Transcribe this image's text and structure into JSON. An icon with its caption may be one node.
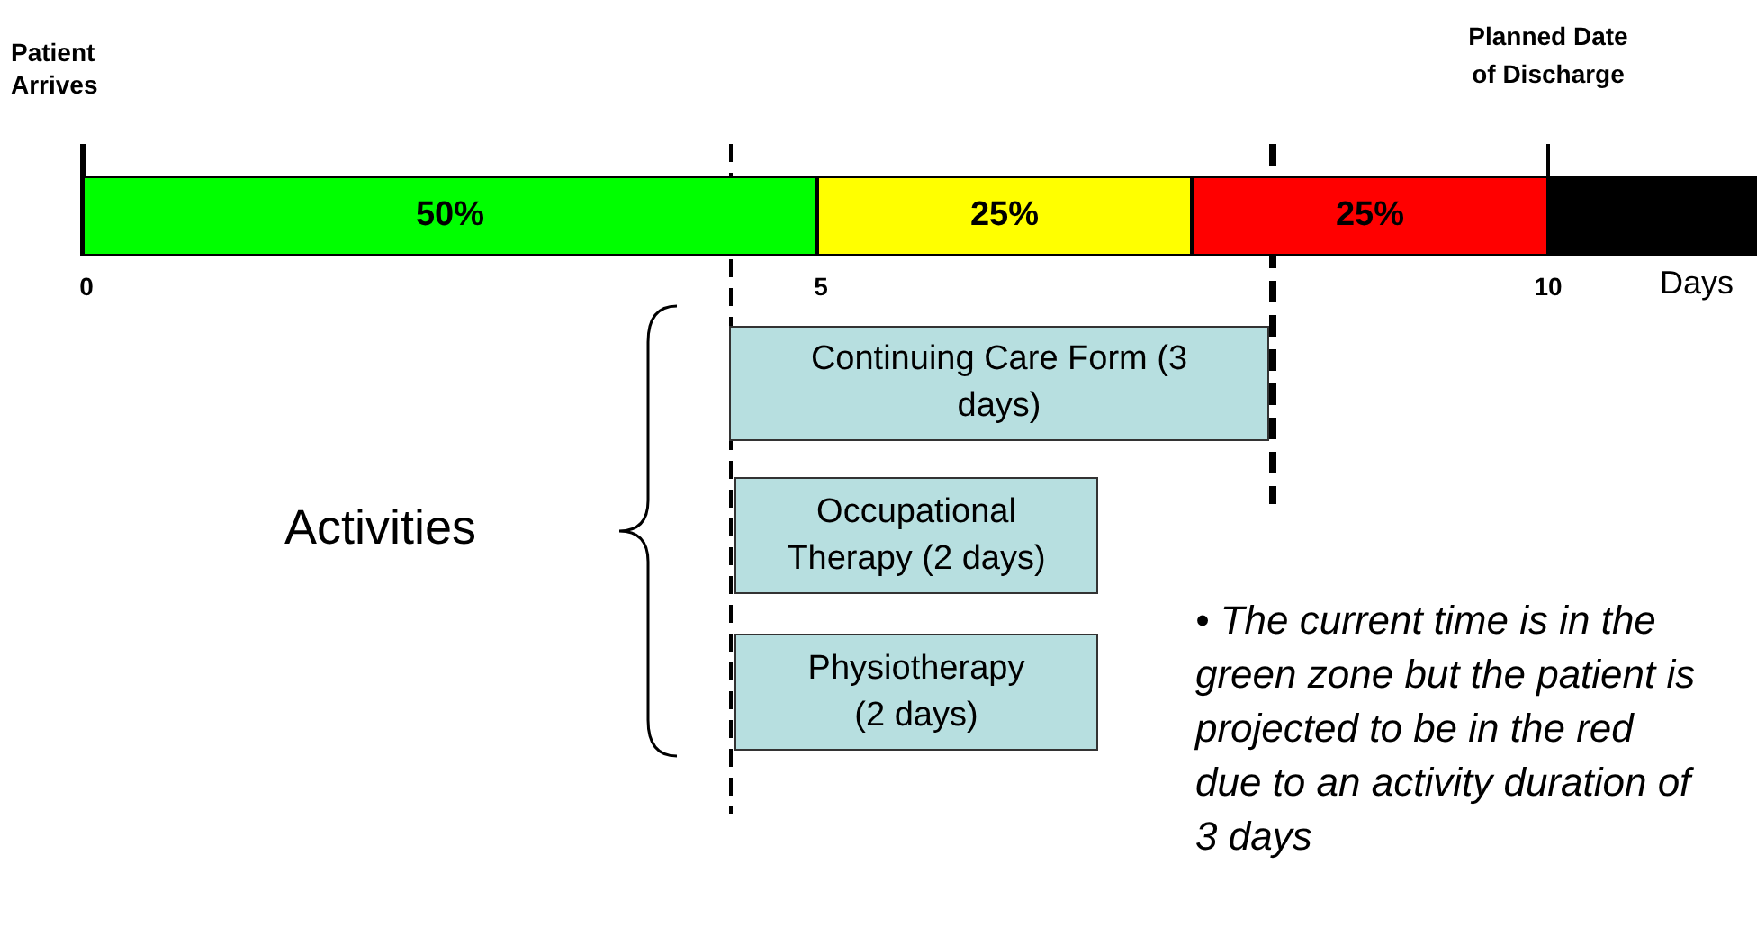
{
  "diagram": {
    "nodes": [
      {
        "text": [
          "50%"
        ]
      },
      {
        "text": [
          "25%"
        ]
      },
      {
        "text": [
          "25%"
        ]
      },
      {
        "text": [],
        "shape": "bar"
      },
      {
        "text": [
          "Continuing Care Form (3 days)"
        ]
      },
      {
        "text": [
          "Occupational Therapy (2 days)"
        ]
      },
      {
        "text": [
          "Physiotherapy (2 days)"
        ]
      }
    ],
    "edges": [],
    "labels": [
      "Patient Arrives",
      "Planned Date of Discharge",
      "0",
      "5",
      "10",
      "Days",
      "Activities",
      "• The current time is in the green zone but the patient is projected to be in the red due to an activity duration of 3 days"
    ]
  }
}
